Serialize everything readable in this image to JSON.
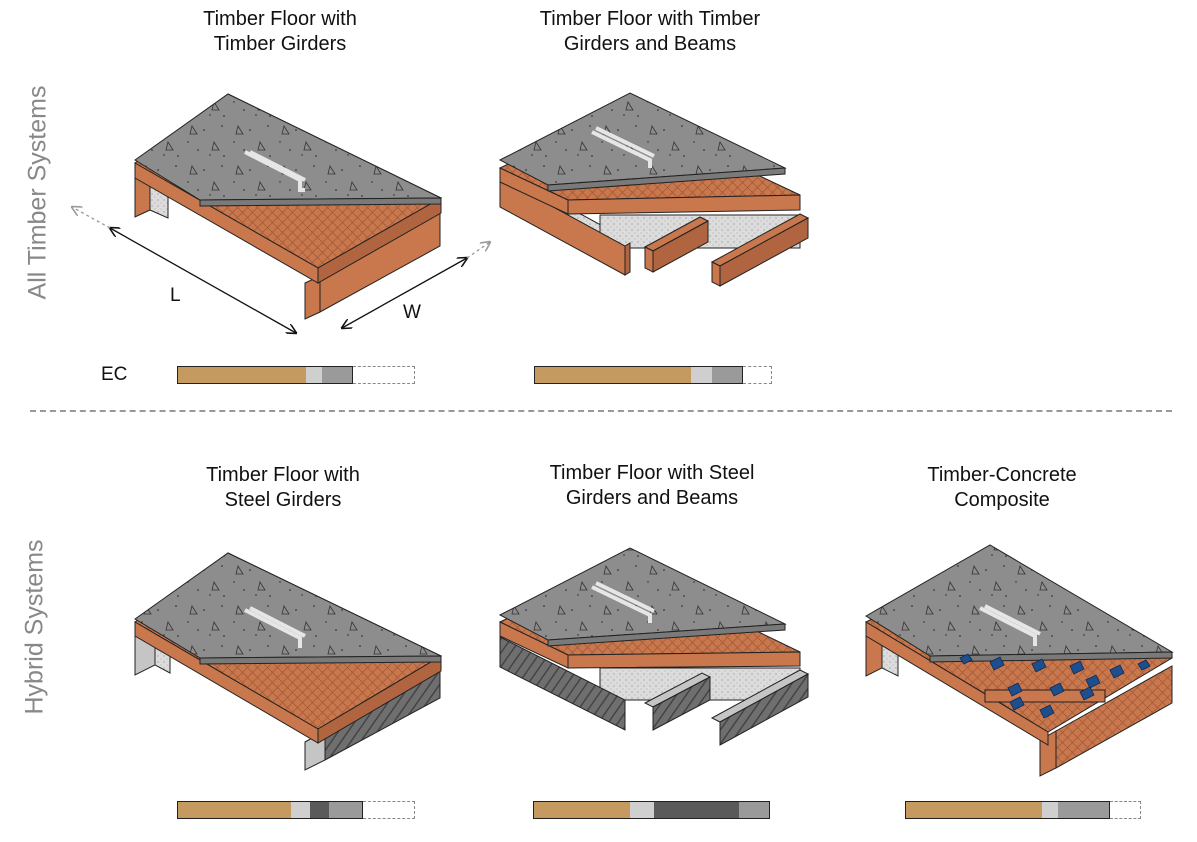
{
  "groups": {
    "timber": "All Timber Systems",
    "hybrid": "Hybrid Systems"
  },
  "captions": {
    "p1": "Timber Floor with\nTimber Girders",
    "p2": "Timber Floor with Timber\nGirders and Beams",
    "p3": "Timber Floor with\nSteel Girders",
    "p4": "Timber Floor with Steel\nGirders and Beams",
    "p5": "Timber-Concrete\nComposite"
  },
  "labels": {
    "L": "L",
    "W": "W",
    "ec": "EC"
  },
  "colors": {
    "timber": "#c59a61",
    "lightgray": "#cfcfcf",
    "midgray": "#9a9a9a",
    "darkgray": "#5a5a5a",
    "glulam": "#c9774d",
    "concrete": "#8d8d8d",
    "connector": "#1f4e8c"
  },
  "ec_bars": [
    {
      "panel": "p1",
      "segments": [
        {
          "color": "timber",
          "fraction": 0.54
        },
        {
          "color": "lightgray",
          "fraction": 0.07
        },
        {
          "color": "midgray",
          "fraction": 0.13
        },
        {
          "color": "empty",
          "fraction": 0.26
        }
      ]
    },
    {
      "panel": "p2",
      "segments": [
        {
          "color": "timber",
          "fraction": 0.66
        },
        {
          "color": "lightgray",
          "fraction": 0.09
        },
        {
          "color": "midgray",
          "fraction": 0.13
        },
        {
          "color": "empty",
          "fraction": 0.12
        }
      ]
    },
    {
      "panel": "p3",
      "segments": [
        {
          "color": "timber",
          "fraction": 0.48
        },
        {
          "color": "lightgray",
          "fraction": 0.08
        },
        {
          "color": "darkgray",
          "fraction": 0.08
        },
        {
          "color": "midgray",
          "fraction": 0.14
        },
        {
          "color": "empty",
          "fraction": 0.22
        }
      ]
    },
    {
      "panel": "p4",
      "segments": [
        {
          "color": "timber",
          "fraction": 0.41
        },
        {
          "color": "lightgray",
          "fraction": 0.1
        },
        {
          "color": "darkgray",
          "fraction": 0.36
        },
        {
          "color": "midgray",
          "fraction": 0.13
        }
      ]
    },
    {
      "panel": "p5",
      "segments": [
        {
          "color": "timber",
          "fraction": 0.58
        },
        {
          "color": "lightgray",
          "fraction": 0.07
        },
        {
          "color": "midgray",
          "fraction": 0.22
        },
        {
          "color": "empty",
          "fraction": 0.13
        }
      ]
    }
  ]
}
